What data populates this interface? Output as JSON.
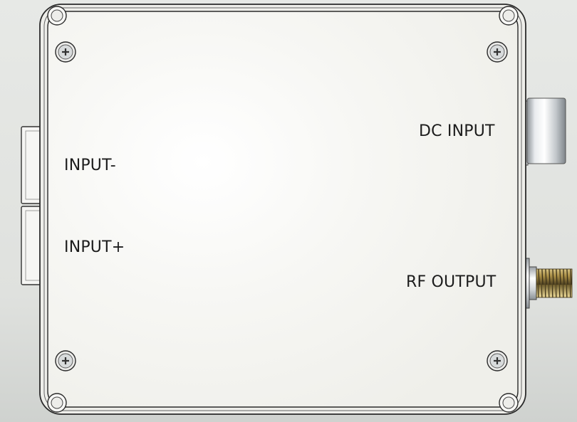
{
  "labels": {
    "input_minus": "INPUT-",
    "input_plus": "INPUT+",
    "dc_input": "DC INPUT",
    "rf_output": "RF OUTPUT"
  },
  "colors": {
    "background": "#e2e4e1",
    "enclosure_face": "#f4f5f2",
    "outline": "#2a2a2a",
    "connector_steel": "#cfd3d6",
    "threaded_brass": "#b49a55"
  }
}
